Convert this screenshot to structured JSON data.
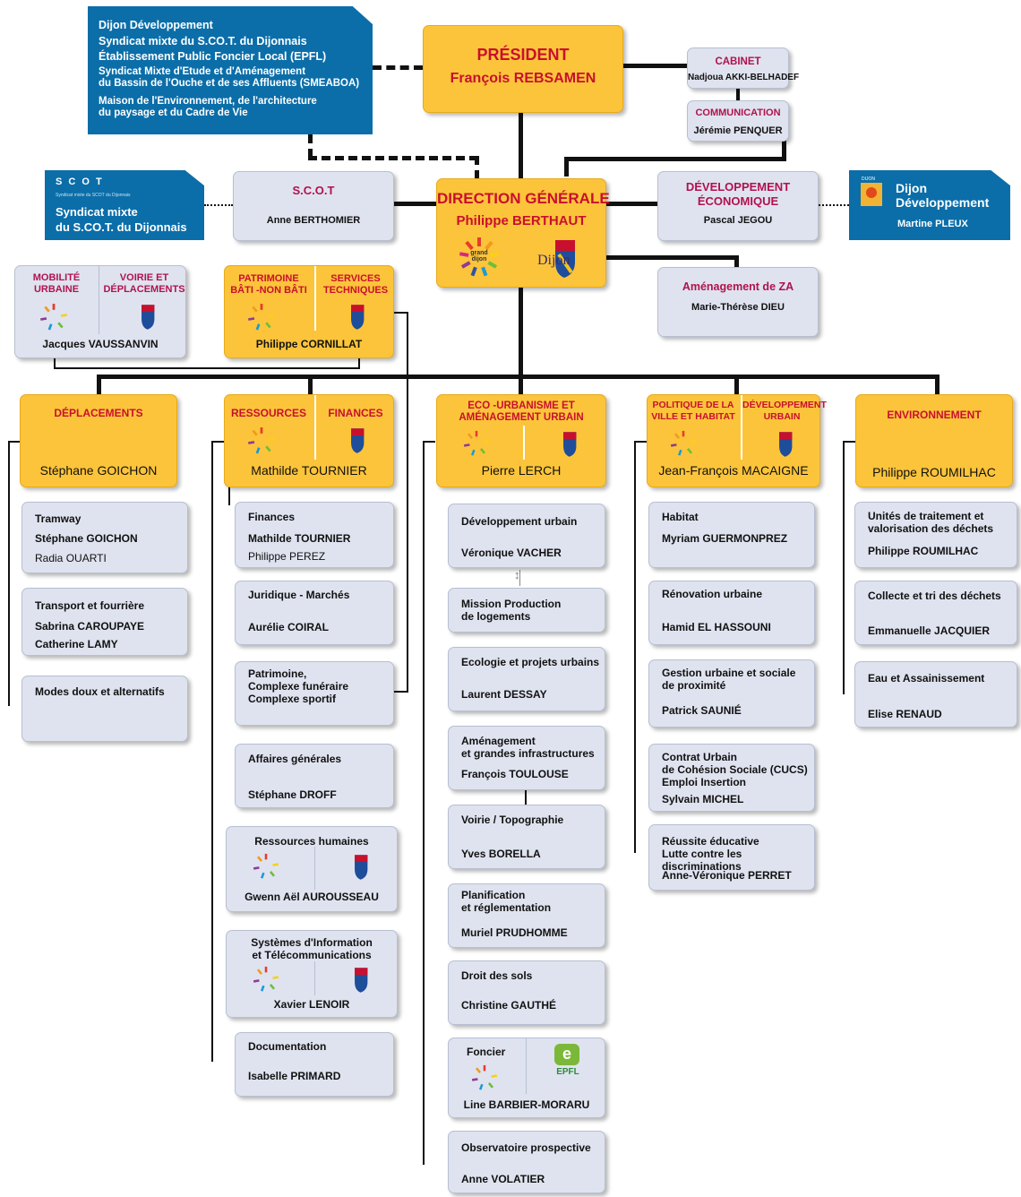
{
  "top_left_box": {
    "lines": [
      "Dijon Développement",
      "Syndicat mixte du S.CO.T. du Dijonnais",
      "Établissement Public Foncier Local (EPFL)",
      "Syndicat Mixte d'Etude et d'Aménagement\ndu Bassin de l'Ouche et de ses Affluents (SMEABOA)",
      "Maison de l'Environnement, de l'architecture\ndu paysage et du Cadre de Vie"
    ]
  },
  "president": {
    "title": "PRÉSIDENT",
    "name": "François REBSAMEN"
  },
  "cabinet": {
    "title": "CABINET",
    "name": "Nadjoua AKKI-BELHADEF"
  },
  "communication": {
    "title": "COMMUNICATION",
    "name": "Jérémie PENQUER"
  },
  "scot_left": {
    "logo_text": "S C O T",
    "small": "Syndicat mixte du SCOT du Dijonnais",
    "title": "Syndicat mixte\ndu S.CO.T. du Dijonnais"
  },
  "scot": {
    "title": "S.C.O.T",
    "name": "Anne  BERTHOMIER"
  },
  "direction": {
    "title": "DIRECTION GÉNÉRALE",
    "name": "Philippe  BERTHAUT"
  },
  "dev_eco": {
    "title": "DÉVELOPPEMENT\nÉCONOMIQUE",
    "name": "Pascal JEGOU"
  },
  "dijon_dev": {
    "small": "DIJON",
    "title": "Dijon\nDéveloppement",
    "name": "Martine PLEUX"
  },
  "amenagement_za": {
    "title": "Aménagement de ZA",
    "name": "Marie-Thérèse DIEU"
  },
  "mobilite": {
    "left": "MOBILITÉ\nURBAINE",
    "right": "VOIRIE ET\nDÉPLACEMENTS",
    "name": "Jacques VAUSSANVIN"
  },
  "patrimoine": {
    "left": "PATRIMOINE\nBÂTI -NON BÂTI",
    "right": "SERVICES\nTECHNIQUES",
    "name": "Philippe CORNILLAT"
  },
  "logos": {
    "grand": "grand\ndijon",
    "dijon": "Dijon",
    "epfl": "EPFL"
  },
  "departments": [
    {
      "title": "DÉPLACEMENTS",
      "name": "Stéphane GOICHON"
    },
    {
      "left": "RESSOURCES",
      "right": "FINANCES",
      "name": "Mathilde TOURNIER"
    },
    {
      "title": "ECO -URBANISME ET\nAMÉNAGEMENT URBAIN",
      "name": "Pierre LERCH"
    },
    {
      "left": "POLITIQUE DE LA\nVILLE ET HABITAT",
      "right": "DÉVELOPPEMENT\nURBAIN",
      "name": "Jean-François MACAIGNE"
    },
    {
      "title": "ENVIRONNEMENT",
      "name": "Philippe ROUMILHAC"
    }
  ],
  "col1": [
    {
      "title": "Tramway",
      "p1": "Stéphane GOICHON",
      "p2": "Radia OUARTI"
    },
    {
      "title": "Transport et fourrière",
      "p1": "Sabrina CAROUPAYE",
      "p2": "Catherine LAMY"
    },
    {
      "title": "Modes doux et alternatifs"
    }
  ],
  "col2": [
    {
      "title": "Finances",
      "p1": "Mathilde TOURNIER",
      "p2": "Philippe PEREZ"
    },
    {
      "title": "Juridique - Marchés",
      "p1": "Aurélie COIRAL"
    },
    {
      "title": "Patrimoine,\nComplexe funéraire\nComplexe sportif"
    },
    {
      "title": "Affaires générales",
      "p1": "Stéphane DROFF"
    },
    {
      "title": "Ressources humaines",
      "p1": "Gwenn Aël AUROUSSEAU"
    },
    {
      "title": "Systèmes d'Information\net Télécommunications",
      "p1": "Xavier LENOIR"
    },
    {
      "title": "Documentation",
      "p1": "Isabelle PRIMARD"
    }
  ],
  "col3": [
    {
      "title": "Développement urbain",
      "p1": "Véronique VACHER"
    },
    {
      "title": "Mission Production\nde logements"
    },
    {
      "title": "Ecologie et projets urbains",
      "p1": "Laurent DESSAY"
    },
    {
      "title": "Aménagement\net grandes infrastructures",
      "p1": "François TOULOUSE"
    },
    {
      "title": "Voirie / Topographie",
      "p1": "Yves BORELLA"
    },
    {
      "title": "Planification\net réglementation",
      "p1": "Muriel PRUDHOMME"
    },
    {
      "title": "Droit des sols",
      "p1": "Christine GAUTHÉ"
    },
    {
      "title": "Foncier",
      "p1": "Line BARBIER-MORARU"
    },
    {
      "title": "Observatoire prospective",
      "p1": "Anne VOLATIER"
    }
  ],
  "col4": [
    {
      "title": "Habitat",
      "p1": "Myriam GUERMONPREZ"
    },
    {
      "title": "Rénovation urbaine",
      "p1": "Hamid EL HASSOUNI"
    },
    {
      "title": "Gestion urbaine et sociale\nde proximité",
      "p1": "Patrick SAUNIÉ"
    },
    {
      "title": "Contrat Urbain\nde Cohésion Sociale (CUCS)\nEmploi Insertion",
      "p1": "Sylvain MICHEL"
    },
    {
      "title": "Réussite éducative\nLutte contre les discriminations",
      "p1": "Anne-Véronique PERRET"
    }
  ],
  "col5": [
    {
      "title": "Unités de traitement et\nvalorisation des déchets",
      "p1": "Philippe ROUMILHAC"
    },
    {
      "title": "Collecte et tri des déchets",
      "p1": "Emmanuelle  JACQUIER"
    },
    {
      "title": "Eau et Assainissement",
      "p1": "Elise RENAUD"
    }
  ]
}
